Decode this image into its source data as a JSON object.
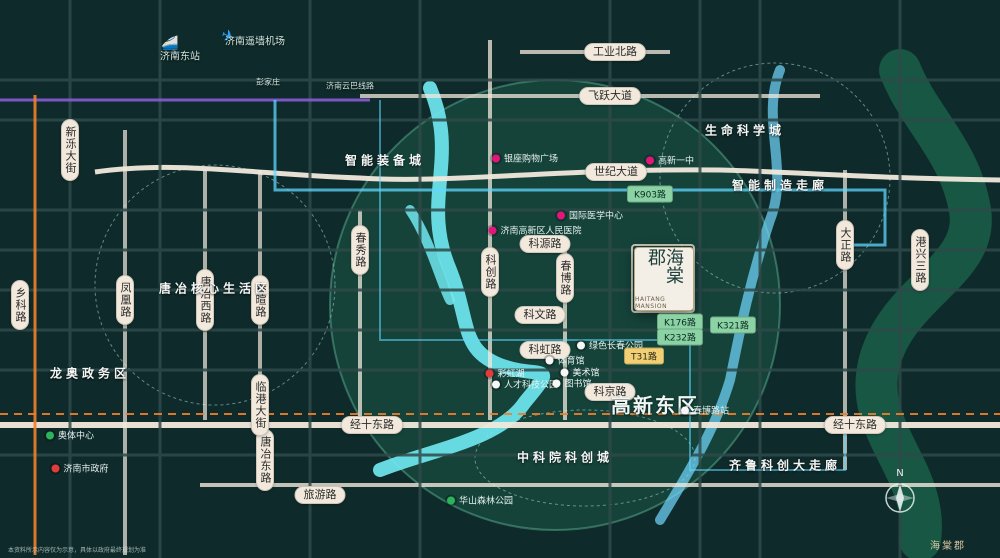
{
  "colors": {
    "background": "#0f2a2a",
    "road_main": "#f2e9dc",
    "road_secondary": "#2f4a4a",
    "metro_orange": "#f07f2a",
    "metro_purple": "#8a5bd6",
    "metro_cyan": "#5fd7ff",
    "river": "#6fe7f0",
    "green_zone": "#1e6b4e",
    "highlight_circle": "#2b7a5e"
  },
  "labels": {
    "transport": {
      "jinan_east_station": "济南东站",
      "jinan_airport": "济南遥墙机场",
      "yunba_line": "济南云巴线路",
      "pengjia_zhuang": "彭家庄"
    },
    "roads": [
      {
        "id": "gongye_bei_lu",
        "text": "工业北路"
      },
      {
        "id": "feiyue_dadao",
        "text": "飞跃大道"
      },
      {
        "id": "shiji_dadao",
        "text": "世纪大道"
      },
      {
        "id": "jingshi_dong_lu",
        "text": "经十东路"
      },
      {
        "id": "jingshi_dong_lu_2",
        "text": "经十东路"
      },
      {
        "id": "lvyou_lu",
        "text": "旅游路"
      },
      {
        "id": "kechuang_lu",
        "text": "科创路"
      },
      {
        "id": "chunxiu_lu",
        "text": "春秀路"
      },
      {
        "id": "chunbo_lu",
        "text": "春博路"
      },
      {
        "id": "kewen_lu",
        "text": "科文路"
      },
      {
        "id": "kehong_lu",
        "text": "科虹路"
      },
      {
        "id": "kejing_lu",
        "text": "科京路"
      },
      {
        "id": "keyuan_lu",
        "text": "科源路"
      },
      {
        "id": "fenghuang_lu",
        "text": "凤凰路"
      },
      {
        "id": "tangye_lu",
        "text": "唐冶西路"
      },
      {
        "id": "huanan_lu",
        "text": "春暄路"
      },
      {
        "id": "tangzhi_lu",
        "text": "唐冶东路"
      },
      {
        "id": "dazhengdong_lu",
        "text": "大正路"
      },
      {
        "id": "zhan_lu",
        "text": "新泺大街"
      },
      {
        "id": "xiake_lu",
        "text": "乡科路"
      },
      {
        "id": "gangxing_lu",
        "text": "港兴三路"
      },
      {
        "id": "jieqian_lu",
        "text": "临港大街"
      }
    ],
    "areas": {
      "gaoxin_dong_qu": "高新东区",
      "zhineng_zhuangbei_cheng": "智能装备城",
      "shengming_kexue_cheng": "生命科学城",
      "zhineng_zhizao_zoulang": "智能制造走廊",
      "qilu_kechuang_zoulang": "齐鲁科创大走廊",
      "zhongkeyuan_kechuang_cheng": "中科院科创城",
      "tangye_hexin_shenghuoqu": "唐冶核心生活区",
      "longao_zhengwuqu": "龙奥政务区"
    },
    "project": {
      "name": "海棠郡",
      "subtitle": "HAITANG MANSION"
    },
    "pois": [
      {
        "id": "poi_jinan_gov",
        "text": "济南市政府",
        "type": "red"
      },
      {
        "id": "poi_aoti",
        "text": "奥体中心",
        "type": "green"
      },
      {
        "id": "poi_gaoxin_zhongxue",
        "text": "高新一中",
        "type": "pink"
      },
      {
        "id": "poi_renmin_yiyuan",
        "text": "济南高新区人民医院",
        "type": "pink"
      },
      {
        "id": "poi_guoji_yiyuan",
        "text": "国际医学中心",
        "type": "pink"
      },
      {
        "id": "poi_caihong_hu",
        "text": "彩虹湖",
        "type": "red"
      },
      {
        "id": "poi_renci_park",
        "text": "人才科技公园",
        "type": "white"
      },
      {
        "id": "poi_tiyu_guan",
        "text": "体育馆",
        "type": "white"
      },
      {
        "id": "poi_meishuguan",
        "text": "美术馆",
        "type": "white"
      },
      {
        "id": "poi_tushuguan",
        "text": "图书馆",
        "type": "white"
      },
      {
        "id": "poi_changchun_park",
        "text": "绿色长春公园",
        "type": "white"
      },
      {
        "id": "poi_qianfoshan",
        "text": "华山森林公园",
        "type": "green"
      },
      {
        "id": "poi_dongfang_shangcheng",
        "text": "银座购物广场",
        "type": "pink"
      },
      {
        "id": "poi_shiji_guangchang",
        "text": "春博路站",
        "type": "white"
      }
    ],
    "bus": [
      {
        "id": "bus_k903",
        "text": "K903路"
      },
      {
        "id": "bus_k176",
        "text": "K176路"
      },
      {
        "id": "bus_k232",
        "text": "K232路"
      },
      {
        "id": "bus_t31",
        "text": "T31路"
      },
      {
        "id": "bus_k321",
        "text": "K321路"
      }
    ],
    "compass_n": "N",
    "footer": "本资料所示内容仅为示意，具体以政府最终规划为准",
    "logo": "海棠郡"
  }
}
